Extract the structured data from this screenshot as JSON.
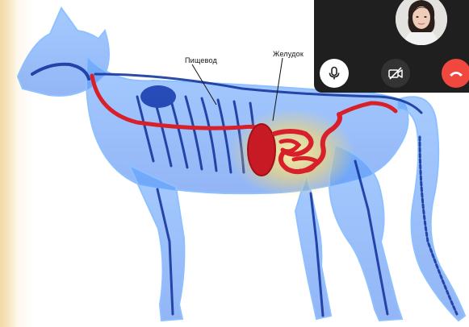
{
  "diagram": {
    "labels": {
      "esophagus": "Пищевод",
      "stomach": "Желудок"
    },
    "colors": {
      "body": "#3d86f2",
      "skeleton": "#0f2f9e",
      "digestive_tract": "#d8202a",
      "glow": "#f5e27a"
    }
  },
  "call": {
    "controls": [
      "microphone",
      "camera-off",
      "end-call"
    ],
    "colors": {
      "panel": "#1f1f1f",
      "mic_button": "#ffffff",
      "camera_button": "#333333",
      "end_button": "#f0483e"
    }
  }
}
